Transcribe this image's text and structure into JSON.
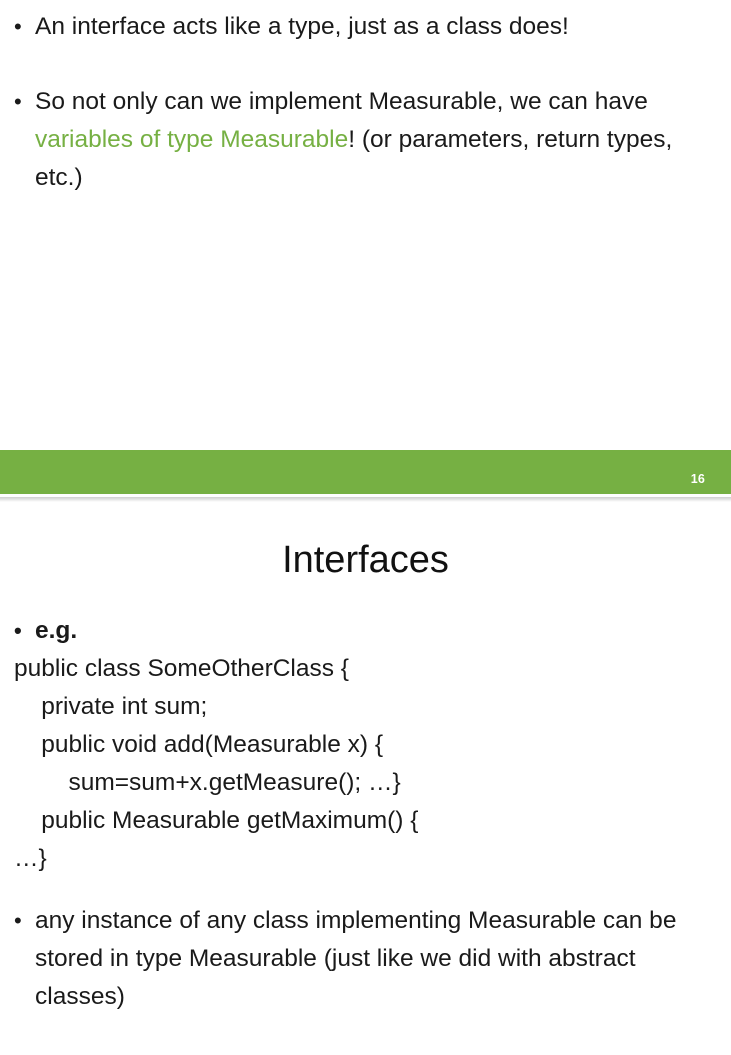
{
  "slide_top": {
    "bullets": [
      {
        "segments": [
          {
            "text": "An interface acts like a type, just as a class does!",
            "color": "default"
          }
        ]
      },
      {
        "segments": [
          {
            "text": "So not only can we implement Measurable, we can have ",
            "color": "default"
          },
          {
            "text": "variables of type Measurable",
            "color": "green"
          },
          {
            "text": "! (or parameters, return types, etc.)",
            "color": "default"
          }
        ]
      }
    ],
    "bullet_1_text": "An interface acts like a type, just as a class does!",
    "bullet_2_part_1": "So not only can we implement Measurable, we can have ",
    "bullet_2_green": "variables of type Measurable",
    "bullet_2_part_2": "! (or parameters, return types, etc.)",
    "slide_number": "16",
    "accent_color": "#76b043"
  },
  "slide_bottom": {
    "title": "Interfaces",
    "bullet_eg": "e.g.",
    "code": "public class SomeOtherClass {\n    private int sum;\n    public void add(Measurable x) {\n        sum=sum+x.getMeasure(); …}\n    public Measurable getMaximum() {\n…}",
    "bullet_final": "any instance of any class implementing Measurable can be stored in type Measurable (just like we did with abstract classes)"
  }
}
